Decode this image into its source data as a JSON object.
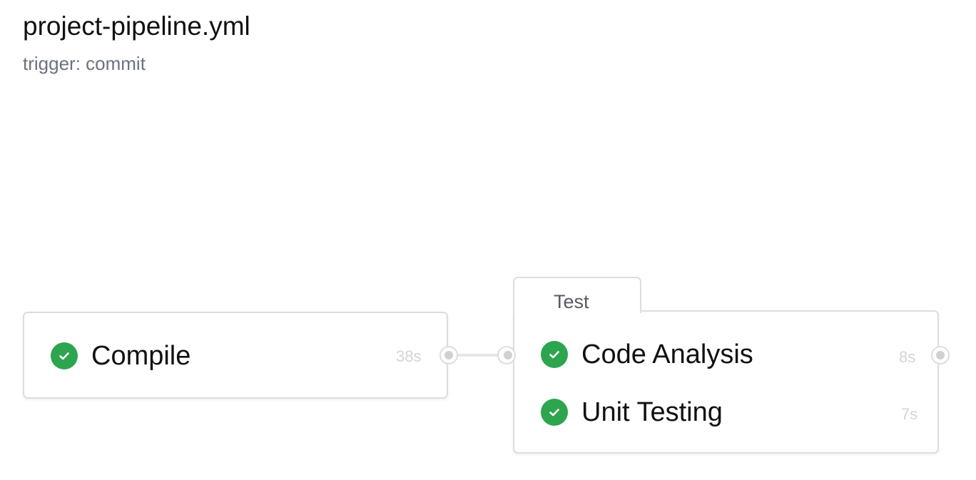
{
  "header": {
    "title": "project-pipeline.yml",
    "subtitle": "trigger: commit"
  },
  "stages": [
    {
      "name": "",
      "jobs": [
        {
          "name": "Compile",
          "status": "success",
          "duration": "38s"
        }
      ]
    },
    {
      "name": "Test",
      "jobs": [
        {
          "name": "Code Analysis",
          "status": "success",
          "duration": "8s"
        },
        {
          "name": "Unit Testing",
          "status": "success",
          "duration": "7s"
        }
      ]
    }
  ],
  "colors": {
    "success": "#2da44e",
    "border": "#dddddd",
    "muted_text": "#6b7280",
    "duration_text": "#d4d4d4"
  },
  "icons": {
    "status_success": "check-circle-icon",
    "connector": "port-dot-icon"
  }
}
